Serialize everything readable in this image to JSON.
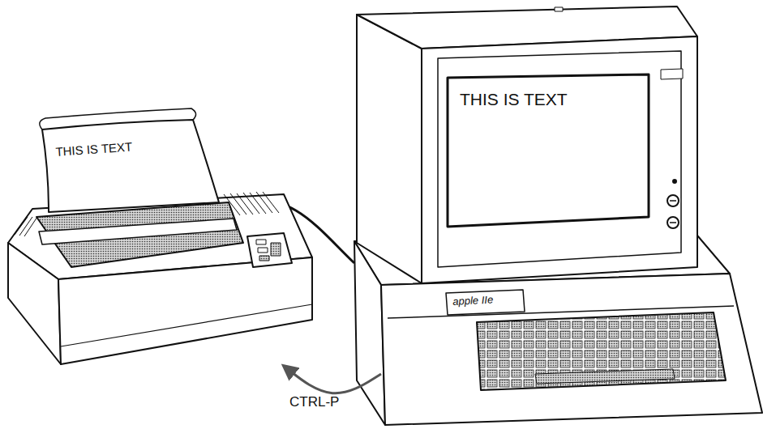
{
  "diagram": {
    "nodes": [
      {
        "text": [
          "THIS IS TEXT"
        ]
      },
      {
        "text": [
          "THIS IS TEXT"
        ]
      }
    ],
    "edges": [
      {
        "from": 1,
        "to": 0,
        "arrow": "to",
        "label": "CTRL-P"
      }
    ],
    "labels": [
      "apple IIe"
    ]
  }
}
